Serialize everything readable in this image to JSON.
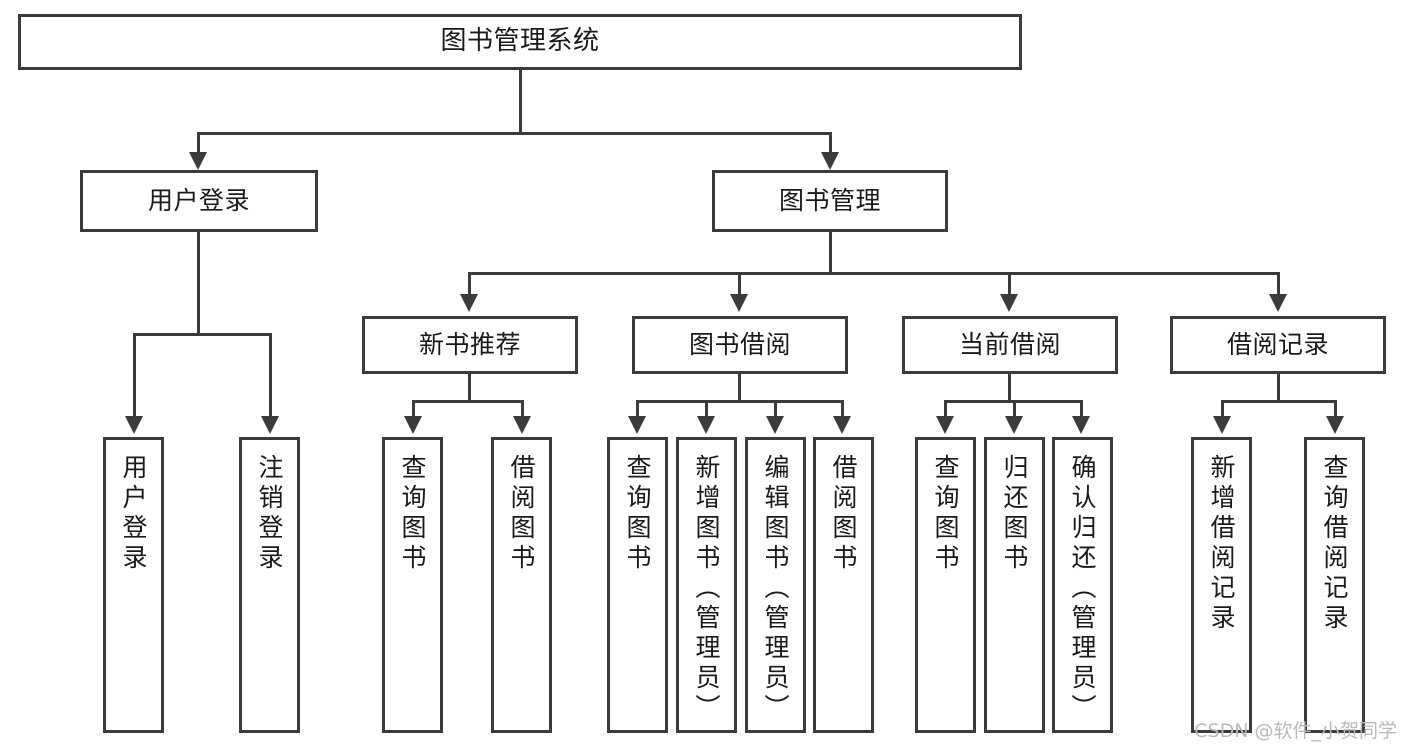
{
  "diagram": {
    "title": "图书管理系统",
    "watermark": "CSDN @软件_小贺同学",
    "colors": {
      "stroke": "#3b3b3b",
      "fill": "#ffffff",
      "text": "#1a1a1a",
      "watermark": "#b9b9b9"
    }
  },
  "nodes": {
    "root": {
      "label": "图书管理系统"
    },
    "level2": [
      {
        "label": "用户登录"
      },
      {
        "label": "图书管理"
      }
    ],
    "level3": [
      {
        "label": "新书推荐"
      },
      {
        "label": "图书借阅"
      },
      {
        "label": "当前借阅"
      },
      {
        "label": "借阅记录"
      }
    ],
    "leaves": {
      "user_login": [
        {
          "label": "用户登录"
        },
        {
          "label": "注销登录"
        }
      ],
      "new_book": [
        {
          "label": "查询图书"
        },
        {
          "label": "借阅图书"
        }
      ],
      "book_borrow": [
        {
          "label": "查询图书"
        },
        {
          "label": "新增图书（管理员）"
        },
        {
          "label": "编辑图书（管理员）"
        },
        {
          "label": "借阅图书"
        }
      ],
      "current_borrow": [
        {
          "label": "查询图书"
        },
        {
          "label": "归还图书"
        },
        {
          "label": "确认归还（管理员）"
        }
      ],
      "borrow_record": [
        {
          "label": "新增借阅记录"
        },
        {
          "label": "查询借阅记录"
        }
      ]
    }
  }
}
